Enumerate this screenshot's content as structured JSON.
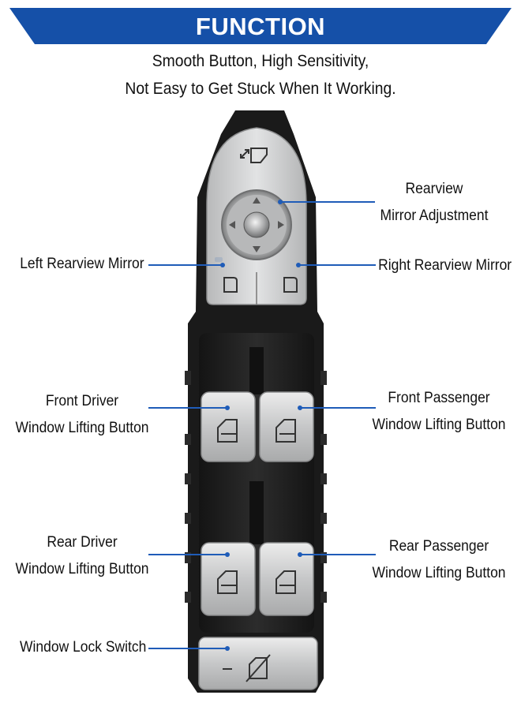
{
  "banner": {
    "title": "FUNCTION",
    "color": "#1550a8"
  },
  "subtitle": {
    "line1": "Smooth Button, High Sensitivity,",
    "line2": "Not Easy to Get Stuck When It Working."
  },
  "callouts": {
    "rearview": {
      "line1": "Rearview",
      "line2": "Mirror Adjustment"
    },
    "left_mirror": {
      "line1": "Left Rearview Mirror"
    },
    "right_mirror": {
      "line1": "Right Rearview Mirror"
    },
    "front_driver": {
      "line1": "Front Driver",
      "line2": "Window Lifting Button"
    },
    "front_passenger": {
      "line1": "Front Passenger",
      "line2": "Window Lifting Button"
    },
    "rear_driver": {
      "line1": "Rear Driver",
      "line2": "Window Lifting Button"
    },
    "rear_passenger": {
      "line1": "Rear Passenger",
      "line2": "Window Lifting Button"
    },
    "window_lock": {
      "line1": "Window Lock Switch"
    }
  },
  "icons": {
    "mirror_select": "mirror-select-icon",
    "mirror_left": "left-mirror-icon",
    "mirror_right": "right-mirror-icon",
    "window": "window-lift-icon",
    "lock": "window-lock-icon"
  },
  "colors": {
    "leader": "#1f5cb8",
    "panel": "#1c1c1c",
    "button": "#c9cacb"
  }
}
